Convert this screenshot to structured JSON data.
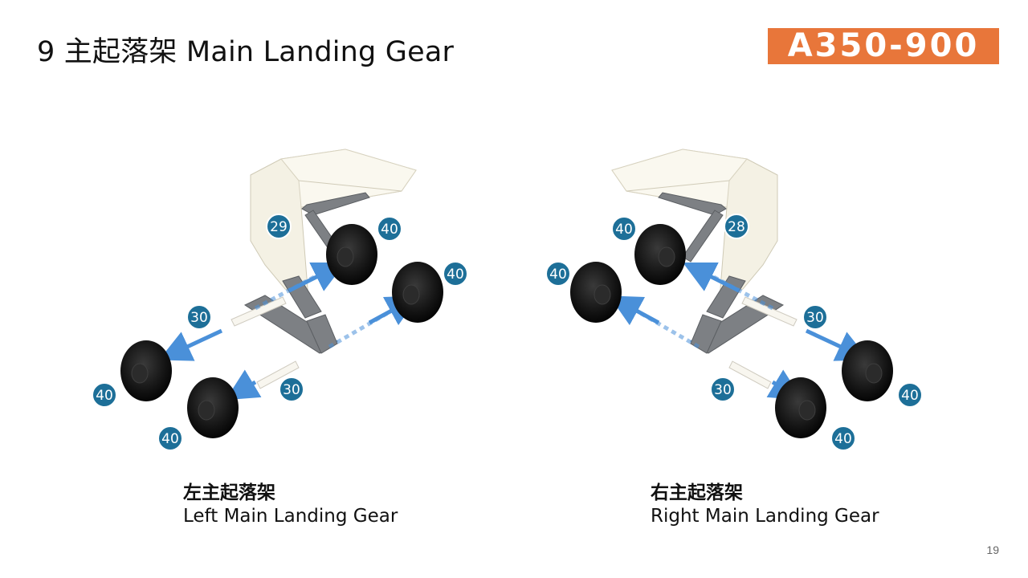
{
  "title": "9 主起落架 Main Landing Gear",
  "model": "A350-900",
  "page_number": "19",
  "colors": {
    "accent": "#e8763a",
    "tag": "#1d6f98",
    "arrow": "#4a90d9",
    "panel": "#f4f1e4",
    "strut": "#777a7e",
    "wheel": "#111111"
  },
  "left_gear": {
    "label_cn": "左主起落架",
    "label_en": "Left Main Landing Gear",
    "tags": {
      "bay": "29",
      "axle_top": "30",
      "axle_bottom": "30",
      "wheel_upper_left": "40",
      "wheel_upper_right": "40",
      "wheel_lower_left": "40",
      "wheel_lower_right": "40"
    }
  },
  "right_gear": {
    "label_cn": "右主起落架",
    "label_en": "Right Main Landing Gear",
    "tags": {
      "bay": "28",
      "axle_top": "30",
      "axle_bottom": "30",
      "wheel_upper_left": "40",
      "wheel_upper_right": "40",
      "wheel_lower_left": "40",
      "wheel_lower_right": "40"
    }
  }
}
